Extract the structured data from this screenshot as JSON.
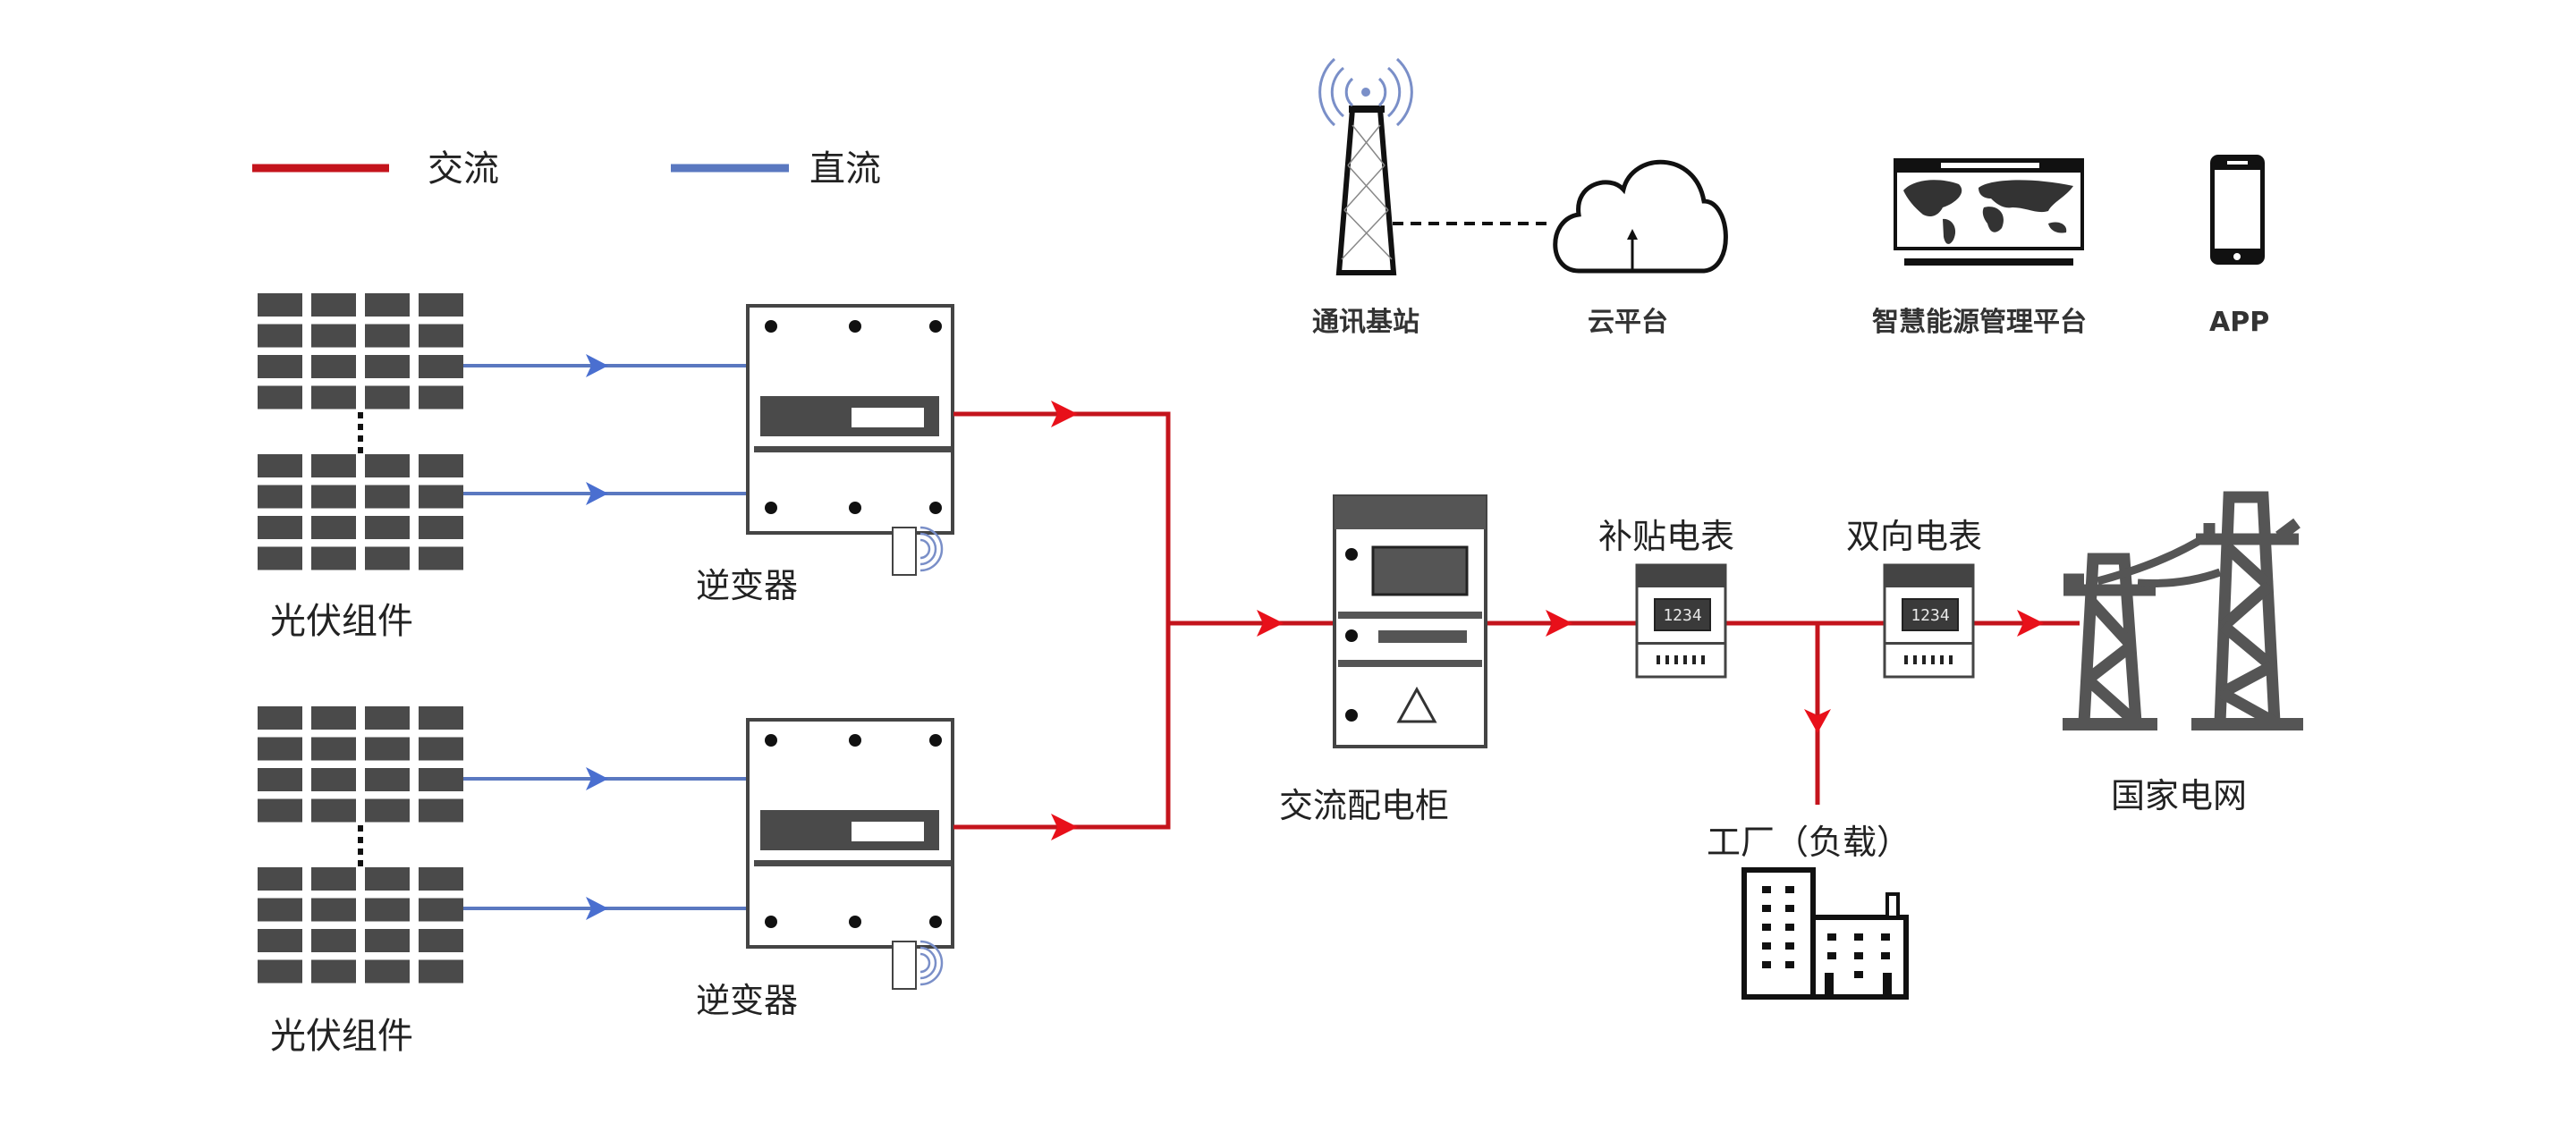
{
  "legend": {
    "ac": {
      "label": "交流",
      "color": "#d6131b"
    },
    "dc": {
      "label": "直流",
      "color": "#5574c4"
    }
  },
  "colors": {
    "ac_line": "#c4141c",
    "ac_arrow": "#e8101a",
    "dc_line": "#5a78c0",
    "dc_arrow": "#4a6fd0",
    "device_dark": "#4a4a4a",
    "outline": "#333333",
    "signal": "#7a8fc8"
  },
  "pv_arrays": [
    {
      "label": "光伏组件"
    },
    {
      "label": "光伏组件"
    }
  ],
  "inverters": [
    {
      "label": "逆变器"
    },
    {
      "label": "逆变器"
    }
  ],
  "ac_cabinet": {
    "label": "交流配电柜"
  },
  "meters": [
    {
      "label": "补贴电表",
      "reading": "1234"
    },
    {
      "label": "双向电表",
      "reading": "1234"
    }
  ],
  "load": {
    "label": "工厂（负载）"
  },
  "grid": {
    "label": "国家电网"
  },
  "monitoring": {
    "tower": {
      "label": "通讯基站"
    },
    "cloud": {
      "label": "云平台"
    },
    "platform": {
      "label": "智慧能源管理平台"
    },
    "app": {
      "label": "APP"
    }
  }
}
